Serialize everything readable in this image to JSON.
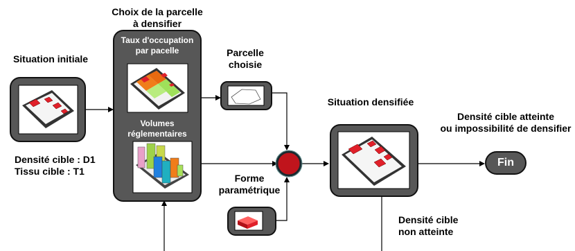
{
  "labels": {
    "situation_initiale": "Situation initiale",
    "choix_line1": "Choix de la parcelle",
    "choix_line2": "à densifier",
    "taux_line1": "Taux d'occupation",
    "taux_line2": "par pacelle",
    "volumes_line1": "Volumes",
    "volumes_line2": "réglementaires",
    "parcelle_line1": "Parcelle",
    "parcelle_line2": "choisie",
    "situation_densifiee": "Situation densifiée",
    "atteinte_line1": "Densité cible atteinte",
    "atteinte_line2": "ou impossibilité de densifier",
    "fin": "Fin",
    "densite_cible": "Densité cible : D1",
    "tissu_cible": "Tissu cible : T1",
    "forme_line1": "Forme",
    "forme_line2": "paramétrique",
    "non_line1": "Densité cible",
    "non_line2": "non  atteinte"
  },
  "colors": {
    "box_fill": "#575757",
    "box_border": "#111111",
    "junction": "#c0141c",
    "building_red": "#e0202a",
    "orange": "#f07d1a",
    "green": "#9fe05a"
  }
}
